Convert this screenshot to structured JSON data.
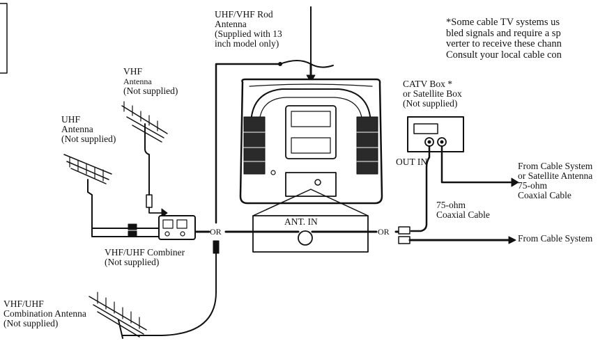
{
  "labels": {
    "rod_antenna": [
      "UHF/VHF Rod",
      "Antenna",
      "(Supplied with 13",
      "inch model only)"
    ],
    "vhf_antenna": [
      "VHF",
      "Antenna",
      "(Not supplied)"
    ],
    "uhf_antenna": [
      "UHF",
      "Antenna",
      "(Not supplied)"
    ],
    "catv_box": [
      "CATV Box *",
      "or Satellite Box",
      "(Not supplied)"
    ],
    "note": [
      "*Some cable TV systems us",
      "bled signals and require a sp",
      "verter to receive these chann",
      "Consult your local cable con"
    ],
    "out_in": "OUT IN",
    "from_cable_satellite": [
      "From Cable System",
      "or Satellite Antenna",
      "75-ohm",
      "Coaxial Cable"
    ],
    "coaxial_75": [
      "75-ohm",
      "Coaxial Cable"
    ],
    "ant_in": "ANT. IN",
    "or_left": "OR",
    "or_right": "OR",
    "from_cable_system": "From Cable System",
    "combiner": [
      "VHF/UHF Combiner",
      "(Not supplied)"
    ],
    "combo_antenna": [
      "VHF/UHF",
      "Combination Antenna",
      "(Not supplied)"
    ]
  }
}
